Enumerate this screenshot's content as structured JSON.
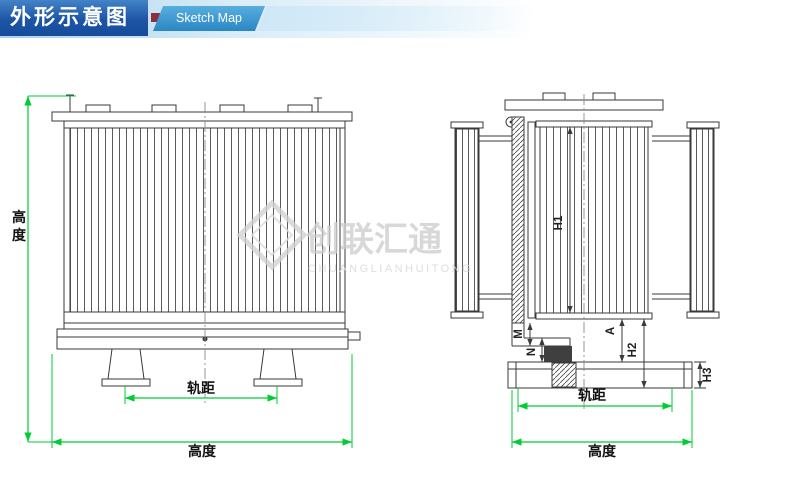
{
  "header": {
    "title": "外形示意图",
    "subtitle": "Sketch Map"
  },
  "watermark": {
    "cjk": "创联汇通",
    "latin": "CHUANGLIANHUITONG"
  },
  "front_view": {
    "height_label": "高度",
    "gauge_label": "轨距",
    "width_label": "高度"
  },
  "side_view": {
    "h1_label": "H1",
    "m_label": "M",
    "n_label": "N",
    "a_label": "A",
    "h2_label": "H2",
    "h3_label": "H3",
    "gauge_label": "轨距",
    "width_label": "高度"
  },
  "colors": {
    "dimension_green": "#00cc33",
    "drawing_line": "#3a3a3a",
    "header_blue_dark": "#1d55a5",
    "ribbon_blue": "#2b86c4",
    "accent_red": "#8c2e3e",
    "watermark_gray": "#d0d0d0"
  }
}
